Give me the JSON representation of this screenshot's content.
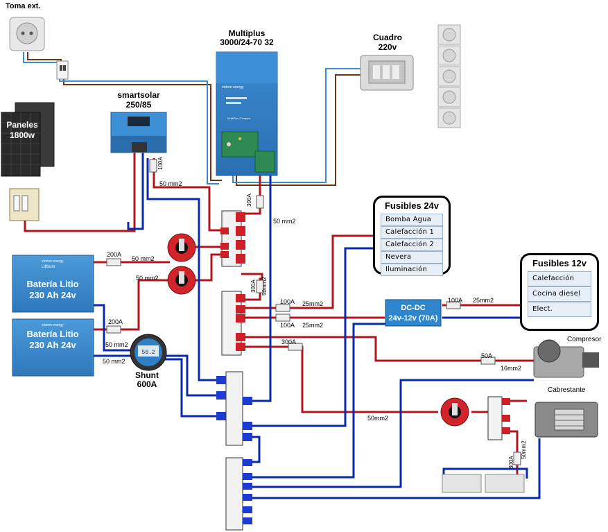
{
  "title": "",
  "labels": {
    "toma_ext": "Toma ext.",
    "multiplus_l1": "Multiplus",
    "multiplus_l2": "3000/24-70 32",
    "cuadro_l1": "Cuadro",
    "cuadro_l2": "220v",
    "smartsolar_l1": "smartsolar",
    "smartsolar_l2": "250/85",
    "paneles_l1": "Paneles",
    "paneles_l2": "1800w",
    "bateria1_l1": "Batería Litio",
    "bateria1_l2": "230 Ah 24v",
    "bateria2_l1": "Batería Litio",
    "bateria2_l2": "230 Ah 24v",
    "shunt_l1": "Shunt",
    "shunt_l2": "600A",
    "dcdc_l1": "DC-DC",
    "dcdc_l2": "24v-12v (70A)",
    "compresor": "Compresor",
    "cabrestante": "Cabrestante",
    "shunt_display": "56.2"
  },
  "fuses24": {
    "title": "Fusibles 24v",
    "items": [
      "Bomba Agua",
      "Calefacción 1",
      "Calefacción 2",
      "Nevera",
      "Iluminación"
    ]
  },
  "fuses12": {
    "title": "Fusibles 12v",
    "items": [
      "Calefacción",
      "Cocina diesel",
      "Elect."
    ]
  },
  "wire_labels": {
    "a100_solar": "100A",
    "mm50_solar": "50 mm2",
    "a300_multi": "300A",
    "mm50_multi": "50 mm2",
    "a200_bat1": "200A",
    "mm50_bat1": "50 mm2",
    "mm50_sw": "50 mm2",
    "a200_bat2": "200A",
    "mm50_shunt1": "50 mm2",
    "mm50_shunt2": "50 mm2",
    "a300_bus": "300A",
    "mm50_bus": "50mm2",
    "a100_f24": "100A",
    "mm25_f24": "25mm2",
    "a100_dcdc": "100A",
    "mm25_dcdc": "25mm2",
    "a100_f12": "100A",
    "mm25_f12": "25mm2",
    "a300_comp": "300A",
    "a50_comp": "50A",
    "mm16_comp": "16mm2",
    "mm50_winch": "50mm2",
    "a300_winch": "300A",
    "mm50_winch2": "50mm2"
  },
  "colors": {
    "positive": "#b0141c",
    "negative": "#0b2aa8",
    "ac_live": "#6a3416",
    "ac_neutral": "#3a8ad0",
    "victron_blue": "#2f7fc4"
  }
}
